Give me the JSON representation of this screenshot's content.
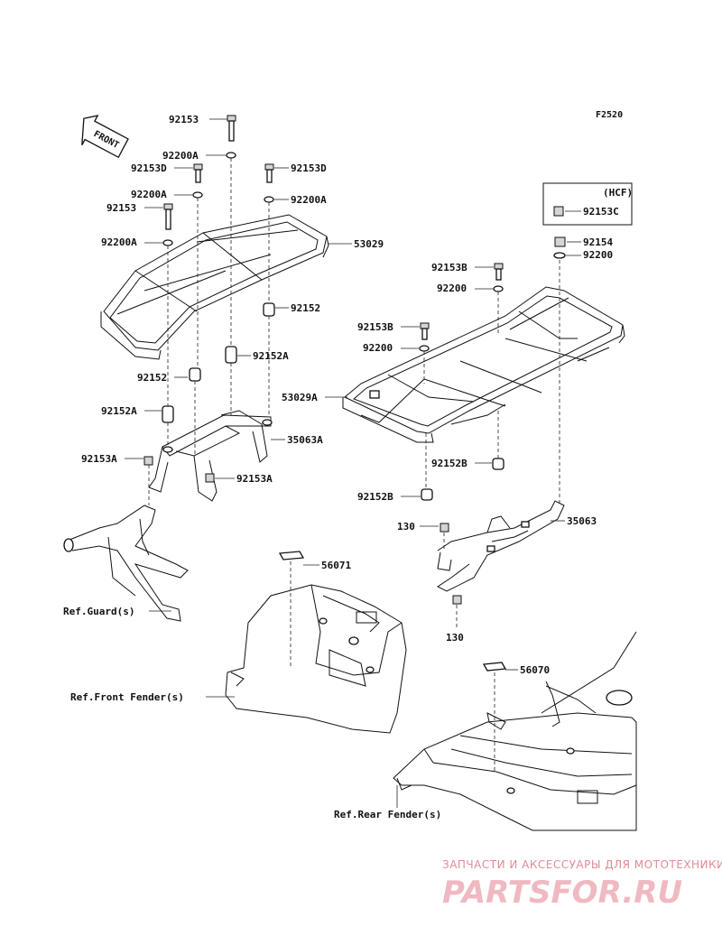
{
  "figure_code": "F2520",
  "front_arrow_label": "FRONT",
  "hcf_box_label": "(HCF)",
  "left_rack_labels": [
    "92153",
    "92200A",
    "92153D",
    "92153D",
    "92200A",
    "92200A",
    "92153",
    "92200A",
    "53029",
    "92152",
    "92152A",
    "92152",
    "92152A",
    "35063A",
    "92153A",
    "92153A"
  ],
  "right_rack_labels": [
    "92153C",
    "92154",
    "92200",
    "92153B",
    "92200",
    "92153B",
    "92200",
    "53029A",
    "92152B",
    "92152B",
    "130",
    "35063",
    "130"
  ],
  "decal_labels": [
    "56071",
    "56070"
  ],
  "reference_labels": {
    "guard": "Ref.Guard(s)",
    "front_fender": "Ref.Front Fender(s)",
    "rear_fender": "Ref.Rear Fender(s)"
  },
  "watermark": {
    "tagline": "ЗАПЧАСТИ И АКСЕССУАРЫ ДЛЯ МОТОТЕХНИКИ",
    "brand": "PARTSFOR.RU"
  }
}
